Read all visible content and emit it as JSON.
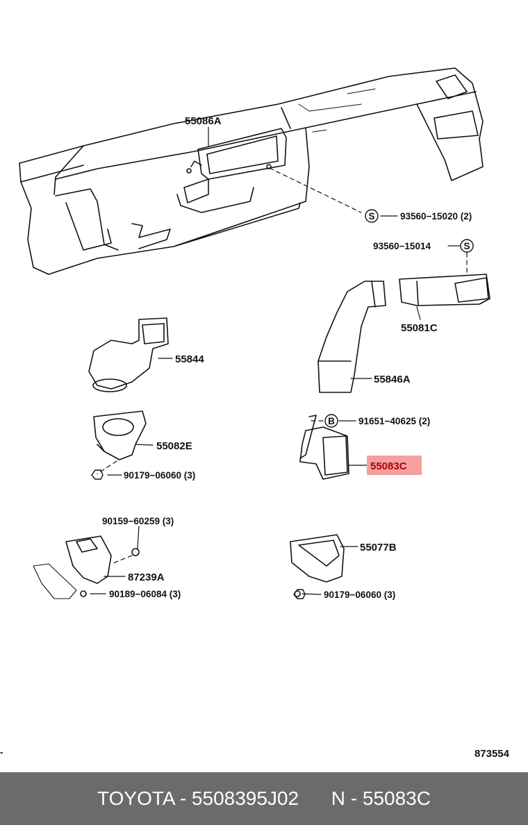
{
  "diagram_id": "873554",
  "highlight_color": "#f4a0a0",
  "labels": {
    "p55086A": "55086A",
    "p93560_15020": "93560−15020 (2)",
    "p93560_15014": "93560−15014",
    "p55081C": "55081C",
    "p55844": "55844",
    "p55846A": "55846A",
    "p55082E": "55082E",
    "p90179_a": "90179−06060 (3)",
    "p91651": "91651−40625 (2)",
    "p55083C": "55083C",
    "p90159": "90159−60259 (3)",
    "p87239A": "87239A",
    "p90189": "90189−06084 (3)",
    "p55077B": "55077B",
    "p90179_b": "90179−06060 (3)"
  },
  "markers": {
    "s1": "S",
    "s2": "S",
    "b1": "B"
  },
  "footer": {
    "left": "TOYOTA - 5508395J02",
    "right": "N - 55083C"
  },
  "page_marker": "-"
}
